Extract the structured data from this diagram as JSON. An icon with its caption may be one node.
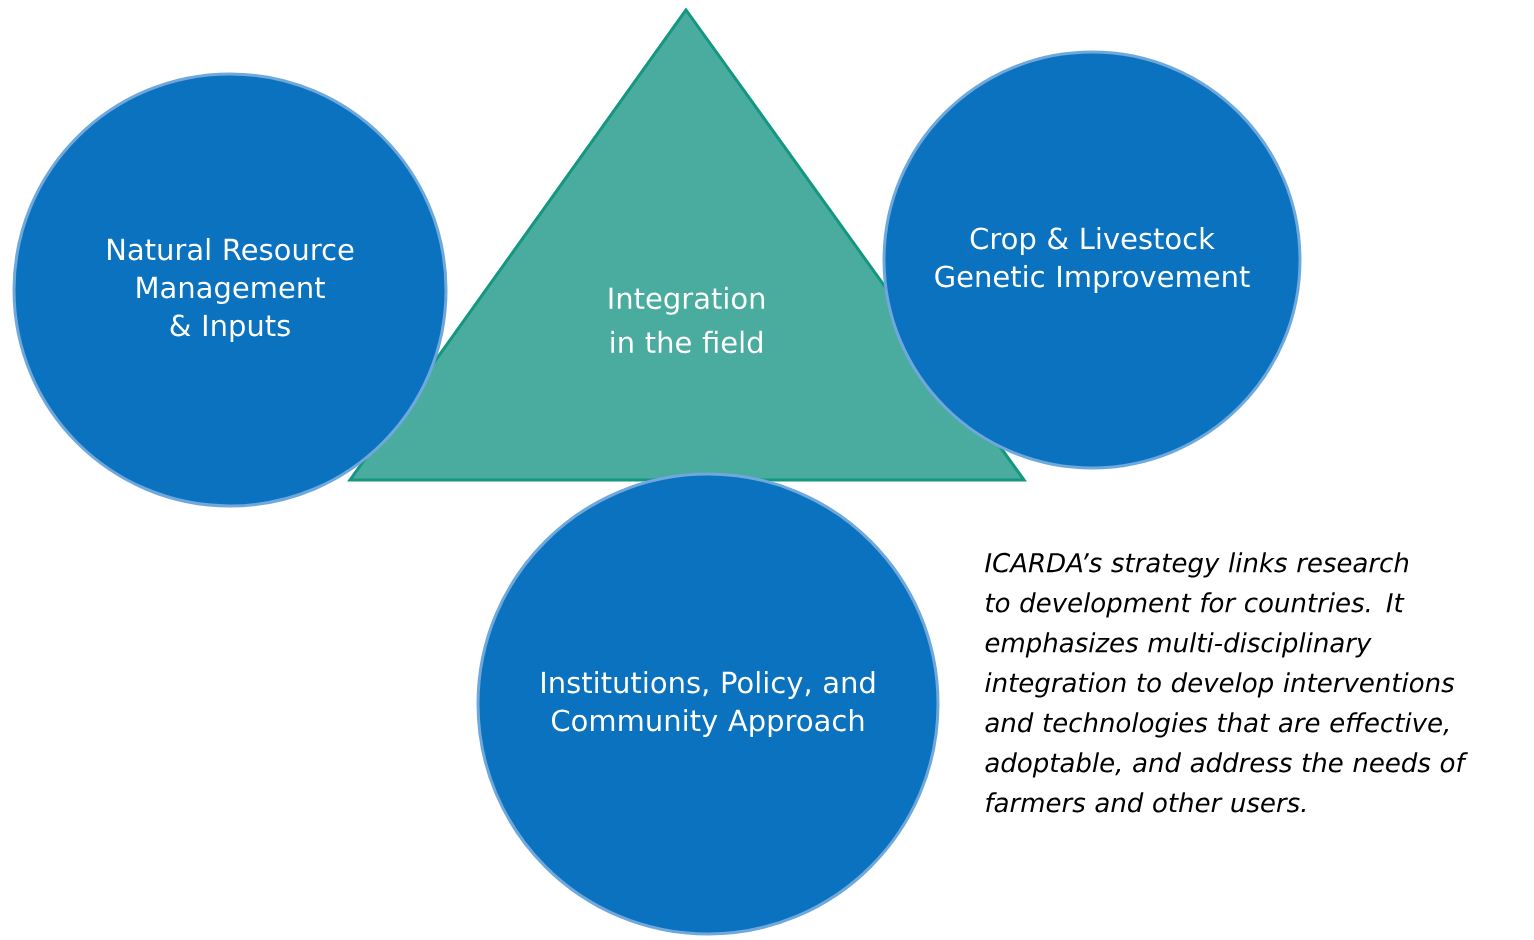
{
  "diagram": {
    "nodes": [
      {
        "text": [
          "Natural Resource Management & Inputs"
        ]
      },
      {
        "text": [
          "Integration in the field"
        ]
      },
      {
        "text": [
          "Crop & Livestock Genetic Improvement"
        ]
      },
      {
        "text": [
          "Institutions, Policy, and Community Approach"
        ]
      }
    ],
    "labels": [
      "ICARDA’s strategy links research to development for countries. It emphasizes multi-disciplinary integration to develop interventions and technologies that are effective, adoptable, and address the needs of farmers and other users."
    ]
  }
}
